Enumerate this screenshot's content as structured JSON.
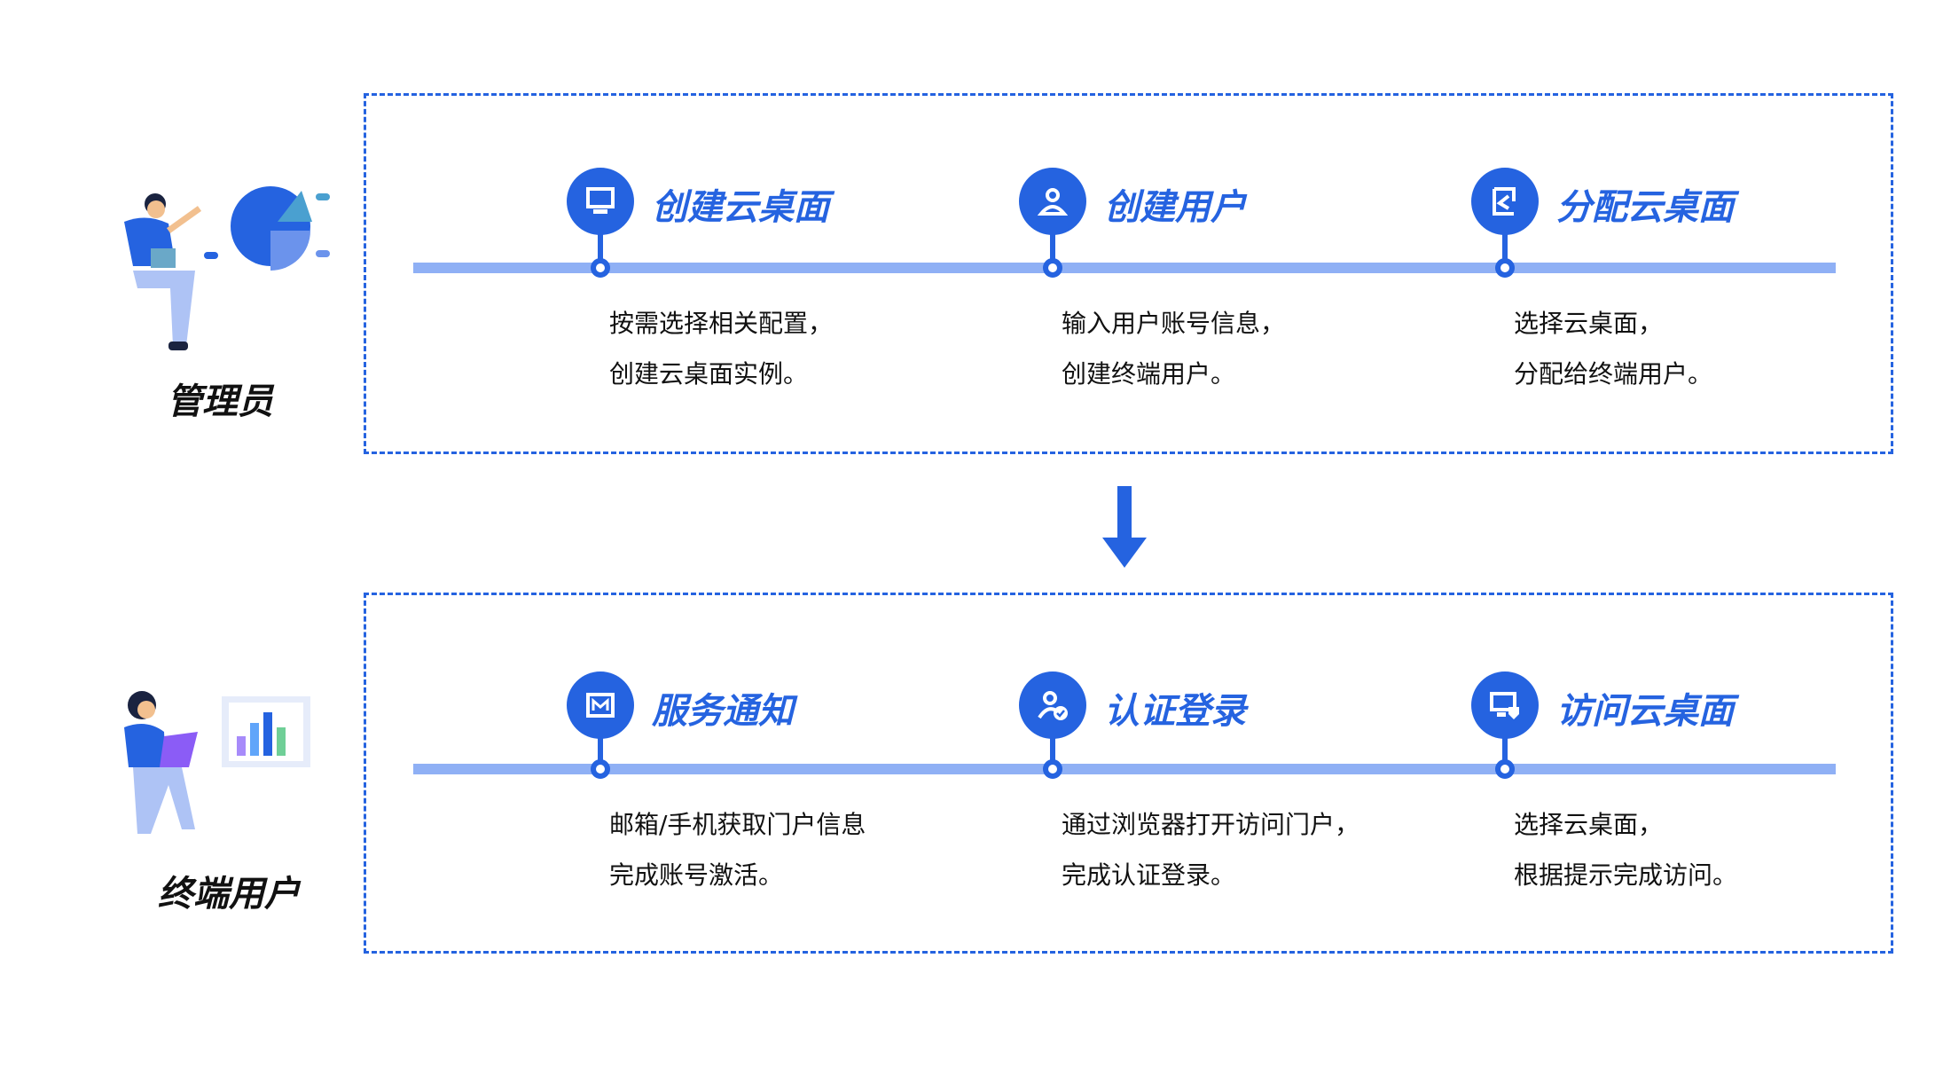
{
  "admin": {
    "label": "管理员",
    "steps": [
      {
        "title": "创建云桌面",
        "line1": "按需选择相关配置，",
        "line2": "创建云桌面实例。",
        "icon": "monitor-icon"
      },
      {
        "title": "创建用户",
        "line1": "输入用户账号信息，",
        "line2": "创建终端用户。",
        "icon": "user-icon"
      },
      {
        "title": "分配云桌面",
        "line1": "选择云桌面，",
        "line2": "分配给终端用户。",
        "icon": "assign-icon"
      }
    ]
  },
  "enduser": {
    "label": "终端用户",
    "steps": [
      {
        "title": "服务通知",
        "line1": "邮箱/手机获取门户信息",
        "line2": "完成账号激活。",
        "icon": "mail-icon"
      },
      {
        "title": "认证登录",
        "line1": "通过浏览器打开访问门户，",
        "line2": "完成认证登录。",
        "icon": "user-check-icon"
      },
      {
        "title": "访问云桌面",
        "line1": "选择云桌面，",
        "line2": "根据提示完成访问。",
        "icon": "desktop-access-icon"
      }
    ]
  },
  "colors": {
    "accent": "#2563e0",
    "line": "#8fb0f5"
  }
}
